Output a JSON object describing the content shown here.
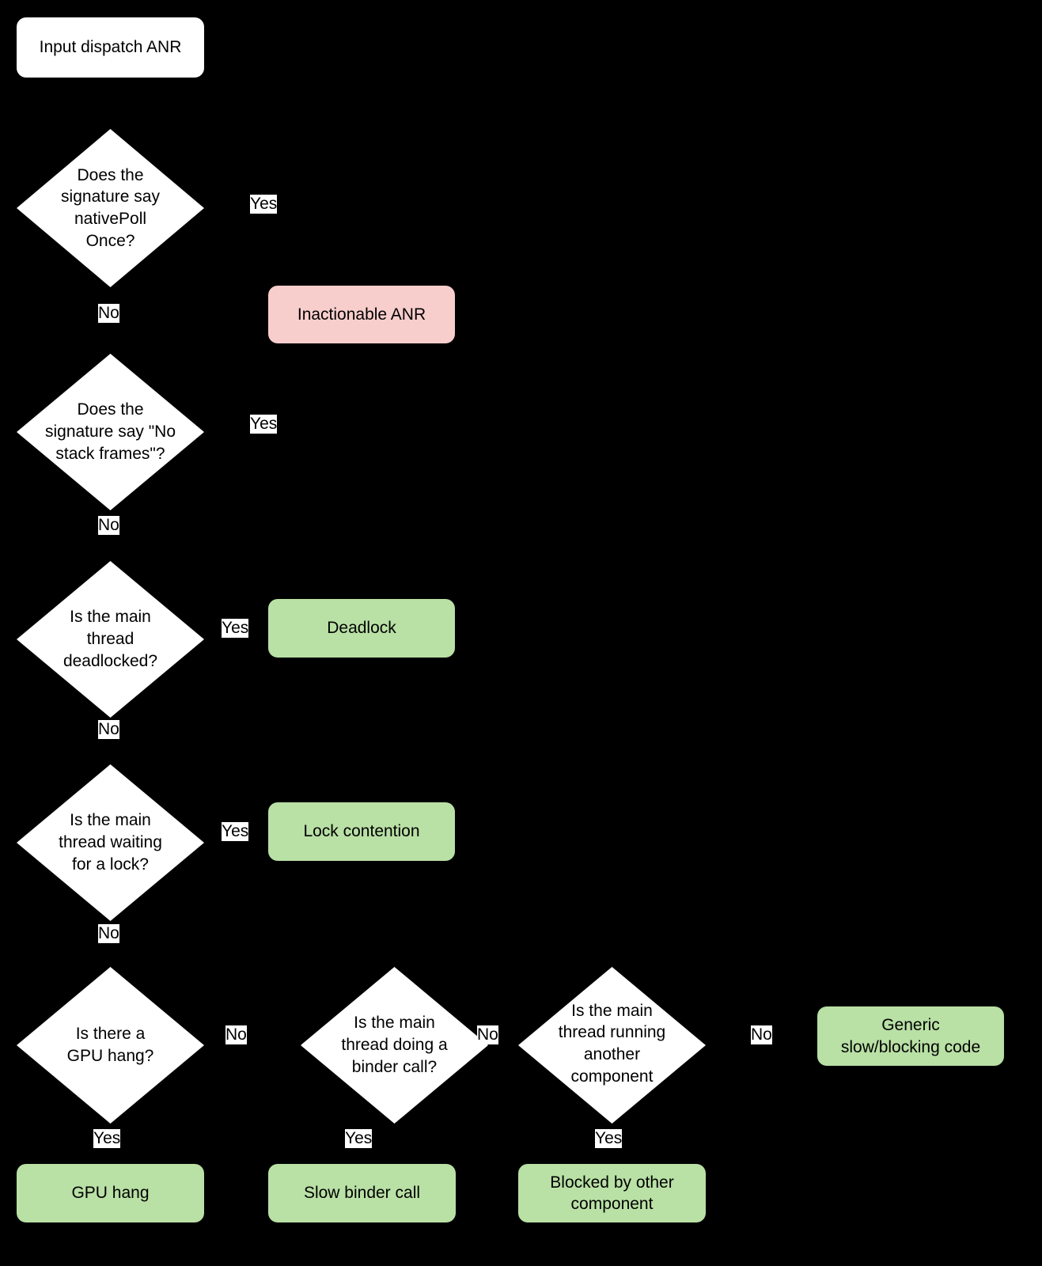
{
  "diagram": {
    "title": "Input dispatch ANR triage flowchart",
    "background_color": "#000000",
    "colors": {
      "start_node": "#FFFFFF",
      "decision_node": "#FFFFFF",
      "terminal_bad": "#F8CECC",
      "terminal_good": "#B9E0A5",
      "text": "#000000",
      "label_background": "#FFFFFF"
    }
  },
  "nodes": {
    "start": {
      "label": "Input dispatch ANR"
    },
    "d1": {
      "label": "Does the\nsignature say\nnativePoll\nOnce?"
    },
    "d2": {
      "label": "Does the\nsignature say \"No\nstack frames\"?"
    },
    "d3": {
      "label": "Is the main\nthread\ndeadlocked?"
    },
    "d4": {
      "label": "Is the main\nthread waiting\nfor a lock?"
    },
    "d5": {
      "label": "Is there a\nGPU hang?"
    },
    "d6": {
      "label": "Is the main\nthread doing a\nbinder call?"
    },
    "d7": {
      "label": "Is the main\nthread running\nanother\ncomponent"
    },
    "t_inactionable": {
      "label": "Inactionable ANR"
    },
    "t_deadlock": {
      "label": "Deadlock"
    },
    "t_lock_contention": {
      "label": "Lock contention"
    },
    "t_gpu_hang": {
      "label": "GPU hang"
    },
    "t_slow_binder": {
      "label": "Slow binder call"
    },
    "t_blocked_other": {
      "label": "Blocked by other\ncomponent"
    },
    "t_generic_slow": {
      "label": "Generic\nslow/blocking code"
    }
  },
  "edge_labels": {
    "d1_yes": "Yes",
    "d1_no": "No",
    "d2_yes": "Yes",
    "d2_no": "No",
    "d3_yes": "Yes",
    "d3_no": "No",
    "d4_yes": "Yes",
    "d4_no": "No",
    "d5_no": "No",
    "d5_yes": "Yes",
    "d6_no": "No",
    "d6_yes": "Yes",
    "d7_no": "No",
    "d7_yes": "Yes"
  }
}
